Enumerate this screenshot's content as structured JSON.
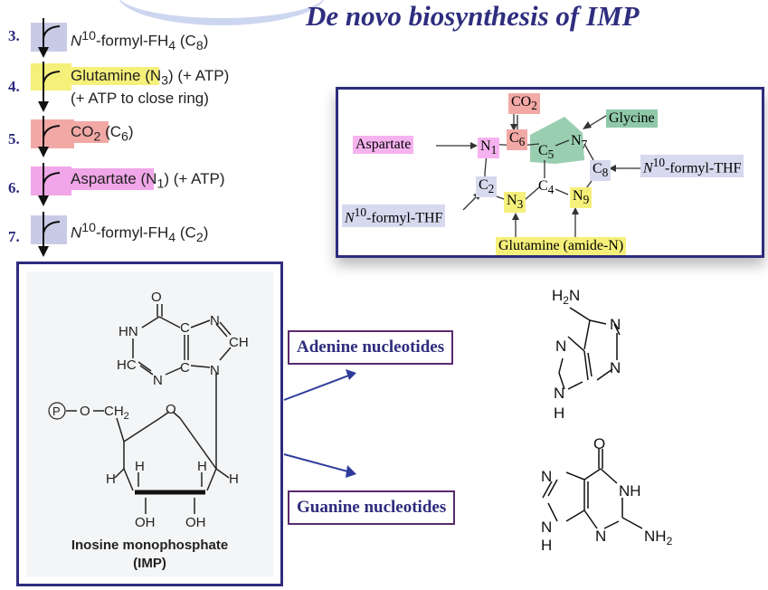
{
  "title": "De novo biosynthesis of IMP",
  "steps": [
    {
      "num": "3.",
      "line1": "N10-formyl-FH4 (C8)",
      "color": "#c9cbe6"
    },
    {
      "num": "4.",
      "line1": "Glutamine (N3) (+ ATP)",
      "line2": "(+ ATP to close ring)",
      "color": "#f5f07a"
    },
    {
      "num": "5.",
      "line1": "CO2 (C6)",
      "color": "#f2a9a5"
    },
    {
      "num": "6.",
      "line1": "Aspartate (N1) (+ ATP)",
      "color": "#f0a6e8"
    },
    {
      "num": "7.",
      "line1": "N10-formyl-FH4 (C2)",
      "color": "#c9cbe6"
    }
  ],
  "purine_panel": {
    "labels": {
      "co2": "CO2",
      "glycine": "Glycine",
      "aspartate": "Aspartate",
      "formyl_thf_right": "N10-formyl-THF",
      "formyl_thf_left": "N10-formyl-THF",
      "glutamine": "Glutamine (amide-N)"
    },
    "atoms": [
      "N1",
      "C2",
      "N3",
      "C4",
      "C5",
      "C6",
      "N7",
      "C8",
      "N9"
    ],
    "colors": {
      "co2": "#f2a9a5",
      "glycine": "#8fc9a8",
      "aspartate": "#f5b2ee",
      "thf": "#d7d9ee",
      "glutamine": "#f5f07a"
    }
  },
  "imp": {
    "caption_line1": "Inosine monophosphate",
    "caption_line2": "(IMP)",
    "atoms": {
      "O": "O",
      "HN": "HN",
      "N_top": "N",
      "CH": "CH",
      "HC": "HC",
      "N_bottom": "N",
      "C_a": "C",
      "C_b": "C",
      "N9": "N",
      "P": "P",
      "O_link": "O",
      "CH2": "CH2",
      "H1": "H",
      "H2": "H",
      "H3": "H",
      "H4": "H",
      "OH1": "OH",
      "OH2": "OH"
    }
  },
  "products": {
    "adenine_label": "Adenine nucleotides",
    "guanine_label": "Guanine nucleotides",
    "adenine_atoms": {
      "H2N": "H2N",
      "N1": "N",
      "N3": "N",
      "N7": "N",
      "N9": "N",
      "H": "H"
    },
    "guanine_atoms": {
      "O": "O",
      "NH": "NH",
      "N3": "N",
      "NH2": "NH2",
      "N7": "N",
      "N9": "N",
      "H": "H"
    }
  }
}
